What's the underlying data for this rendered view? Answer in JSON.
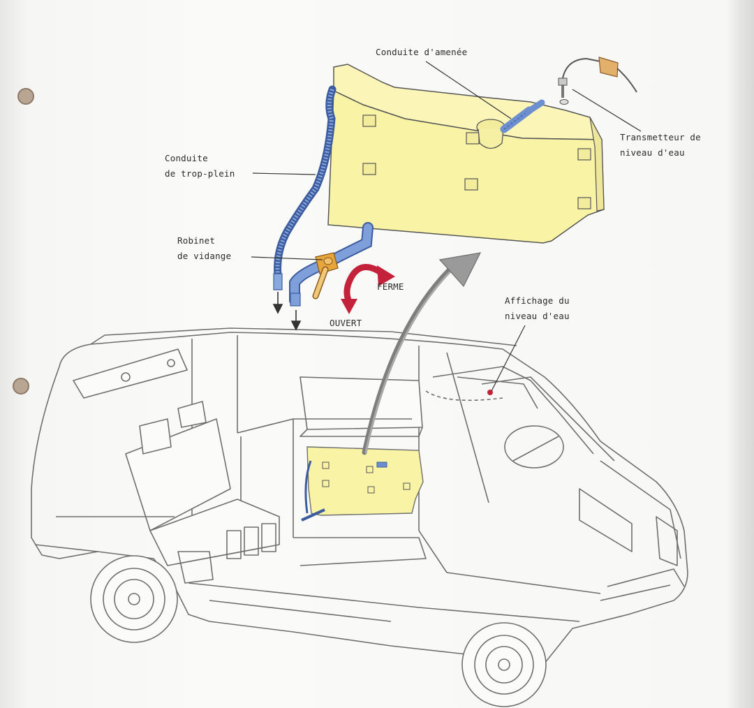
{
  "labels": {
    "supply_line": "Conduite d'amenée",
    "water_level_sender": [
      "Transmetteur de",
      "niveau d'eau"
    ],
    "overflow_line": [
      "Conduite",
      "de trop-plein"
    ],
    "drain_valve": [
      "Robinet",
      "de vidange"
    ],
    "closed": "FERME",
    "open": "OUVERT",
    "water_level_display": [
      "Affichage du",
      "niveau d'eau"
    ]
  },
  "colors": {
    "tank_fill": "#f9f3a6",
    "hose_blue": "#6d8fd0",
    "valve_orange": "#e7a53c",
    "arrow_red": "#c4223a",
    "arrow_gray": "#8a8a8a",
    "line_art": "#6e6e6e"
  }
}
